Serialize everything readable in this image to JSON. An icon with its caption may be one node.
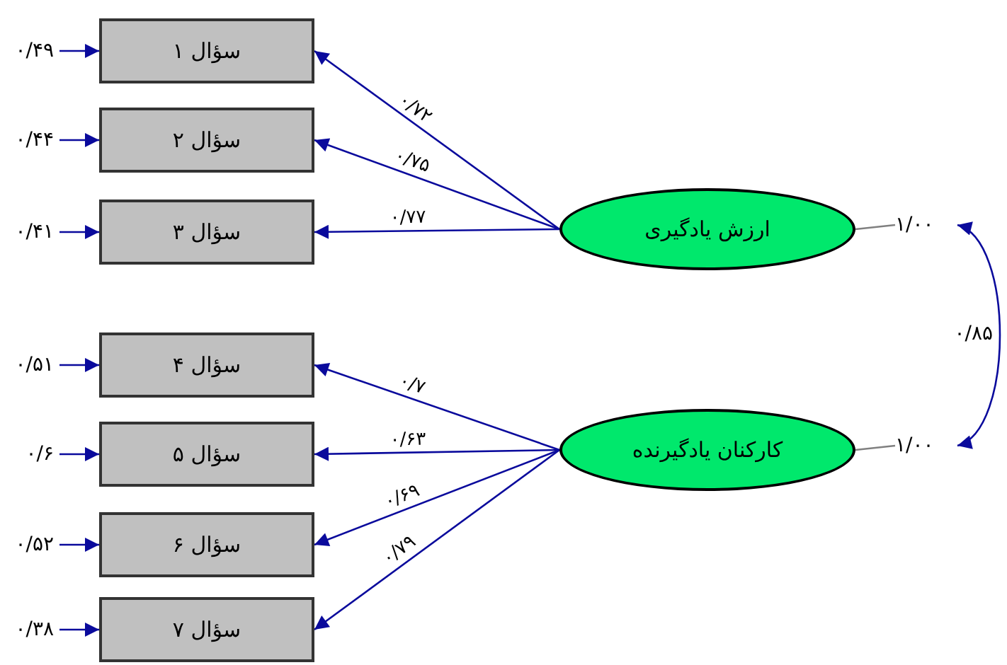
{
  "diagram": {
    "nodes": [
      {
        "text": [
          "سؤال ۱"
        ]
      },
      {
        "text": [
          "سؤال ۲"
        ]
      },
      {
        "text": [
          "سؤال ۳"
        ]
      },
      {
        "text": [
          "سؤال ۴"
        ]
      },
      {
        "text": [
          "سؤال ۵"
        ]
      },
      {
        "text": [
          "سؤال ۶"
        ]
      },
      {
        "text": [
          "سؤال ۷"
        ]
      },
      {
        "text": [
          "۰/۴۹"
        ]
      },
      {
        "text": [
          "۰/۴۴"
        ]
      },
      {
        "text": [
          "۰/۴۱"
        ]
      },
      {
        "text": [
          "۰/۵۱"
        ]
      },
      {
        "text": [
          "۰/۶"
        ]
      },
      {
        "text": [
          "۰/۵۲"
        ]
      },
      {
        "text": [
          "۰/۳۸"
        ]
      },
      {
        "text": [
          "ارزش یادگیری"
        ]
      },
      {
        "text": [
          "کارکنان یادگیرنده"
        ]
      },
      {
        "text": [
          "۱/۰۰"
        ]
      },
      {
        "text": [
          "۱/۰۰"
        ]
      }
    ],
    "edges": [
      {
        "from": 7,
        "to": 0,
        "arrow": "to"
      },
      {
        "from": 8,
        "to": 1,
        "arrow": "to"
      },
      {
        "from": 9,
        "to": 2,
        "arrow": "to"
      },
      {
        "from": 10,
        "to": 3,
        "arrow": "to"
      },
      {
        "from": 11,
        "to": 4,
        "arrow": "to"
      },
      {
        "from": 12,
        "to": 5,
        "arrow": "to"
      },
      {
        "from": 13,
        "to": 6,
        "arrow": "to"
      },
      {
        "from": 14,
        "to": 0,
        "arrow": "to",
        "label": "۰/۷۲"
      },
      {
        "from": 14,
        "to": 1,
        "arrow": "to",
        "label": "۰/۷۵"
      },
      {
        "from": 14,
        "to": 2,
        "arrow": "to",
        "label": "۰/۷۷"
      },
      {
        "from": 15,
        "to": 3,
        "arrow": "to",
        "label": "۰/۷"
      },
      {
        "from": 15,
        "to": 4,
        "arrow": "to",
        "label": "۰/۶۳"
      },
      {
        "from": 15,
        "to": 5,
        "arrow": "to",
        "label": "۰/۶۹"
      },
      {
        "from": 15,
        "to": 6,
        "arrow": "to",
        "label": "۰/۷۹"
      },
      {
        "from": 14,
        "to": 16,
        "arrow": "none",
        "color": "#808080"
      },
      {
        "from": 15,
        "to": 17,
        "arrow": "none",
        "color": "#808080"
      },
      {
        "from": 16,
        "to": 17,
        "arrow": "both",
        "label": "۰/۸۵"
      }
    ]
  }
}
